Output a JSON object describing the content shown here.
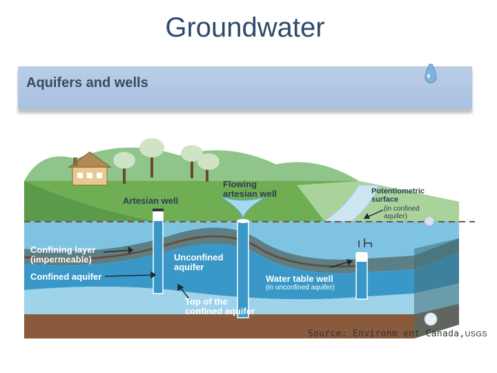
{
  "slide": {
    "title": "Groundwater"
  },
  "banner": {
    "title": "Aquifers and wells"
  },
  "labels": {
    "flowing_artesian_well_1": "Flowing",
    "flowing_artesian_well_2": "artesian well",
    "artesian_well": "Artesian well",
    "potentiometric_1": "Potentiometric",
    "potentiometric_2": "surface",
    "potentiometric_note_1": "(in confined",
    "potentiometric_note_2": "aquifer)",
    "confining_layer_1": "Confining layer",
    "confining_layer_2": "(impermeable)",
    "unconfined_aquifer_1": "Unconfined",
    "unconfined_aquifer_2": "aquifer",
    "confined_aquifer": "Confined aquifer",
    "water_table_well": "Water table well",
    "water_table_well_note": "(in unconfined aquifer)",
    "top_confined_1": "Top of the",
    "top_confined_2": "confined aquifer"
  },
  "source": {
    "prefix": "Source: Environm ent Canada,",
    "suffix": "USGS"
  },
  "colors": {
    "title": "#2e4a6b",
    "banner": "#b9cde6",
    "grass": "#6fae52",
    "water": "#7fc3e3",
    "confined_aquifer": "#3a98c8",
    "soil": "#8a5a3c"
  }
}
